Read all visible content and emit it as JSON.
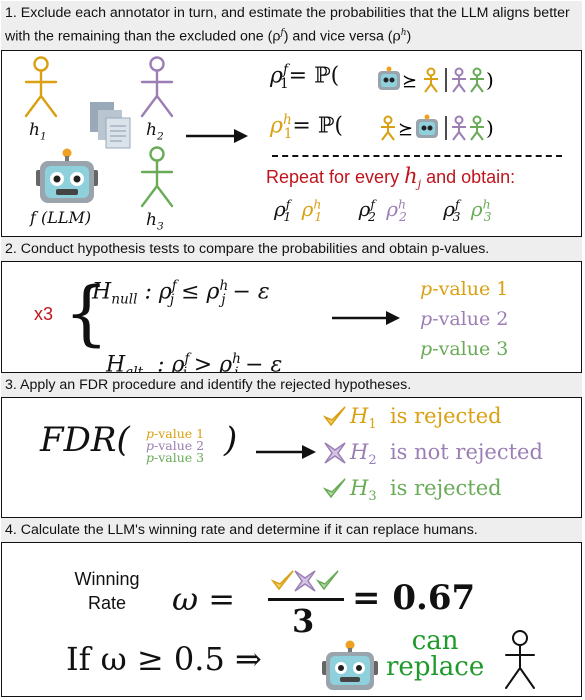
{
  "step1": {
    "header": "1. Exclude each annotator in turn, and estimate the probabilities that the LLM aligns better with the remaining than the excluded one (ρ",
    "header_f": "f",
    "header_mid": ") and vice versa (",
    "header_rho": "ρ",
    "header_h": "h",
    "header_end": ")",
    "h1": "h",
    "h1_sub": "1",
    "h2": "h",
    "h2_sub": "2",
    "h3": "h",
    "h3_sub": "3",
    "llm_label": "f (LLM)",
    "rho_f": "ρ",
    "rho_f_sup": "f",
    "rho_f_sub": "1",
    "eq": "= ℙ(",
    "succeq": "⪰",
    "bar": "|",
    "close": ")",
    "repeat_text": "Repeat for every ",
    "repeat_h": "h",
    "repeat_j": "j",
    "repeat_end": " and obtain:",
    "rho_row": [
      "1",
      "1",
      "2",
      "2",
      "3",
      "3"
    ]
  },
  "step2": {
    "header": "2. Conduct hypothesis tests to compare the probabilities and obtain p-values.",
    "x3": "x3",
    "h_null": "H",
    "h_null_sub": "null",
    "h_null_rel": " : ρ",
    "h_null_cmp": " ≤ ρ",
    "h_null_end": " − ε",
    "h_alt": "H",
    "h_alt_sub": "alt",
    "h_alt_rel": "  : ρ",
    "h_alt_cmp": " > ρ",
    "h_alt_end": " − ε",
    "pvalues": [
      "-value 1",
      "-value 2",
      "-value 3"
    ],
    "p": "p"
  },
  "step3": {
    "header": "3. Apply an FDR procedure and identify the rejected hypotheses.",
    "fdr": "FDR(",
    "fdr_close": ")",
    "small_pvalues": [
      "-value 1",
      "-value 2",
      "-value 3"
    ],
    "results": [
      {
        "h": "H",
        "sub": "1",
        "text": "is rejected",
        "mark": "check"
      },
      {
        "h": "H",
        "sub": "2",
        "text": "is not rejected",
        "mark": "cross"
      },
      {
        "h": "H",
        "sub": "3",
        "text": "is rejected",
        "mark": "check"
      }
    ]
  },
  "step4": {
    "header": "4. Calculate the LLM's winning rate and determine if it can replace humans.",
    "winning": "Winning",
    "rate": "Rate",
    "omega_eq": "ω =",
    "denominator": "3",
    "result": "= 0.67",
    "if_text": "If ω ≥ 0.5 ⇒",
    "can": "can",
    "replace": "replace"
  },
  "colors": {
    "orange": "#d9a012",
    "purple": "#9b7fb4",
    "green": "#6aab58",
    "red": "#c0141c"
  }
}
